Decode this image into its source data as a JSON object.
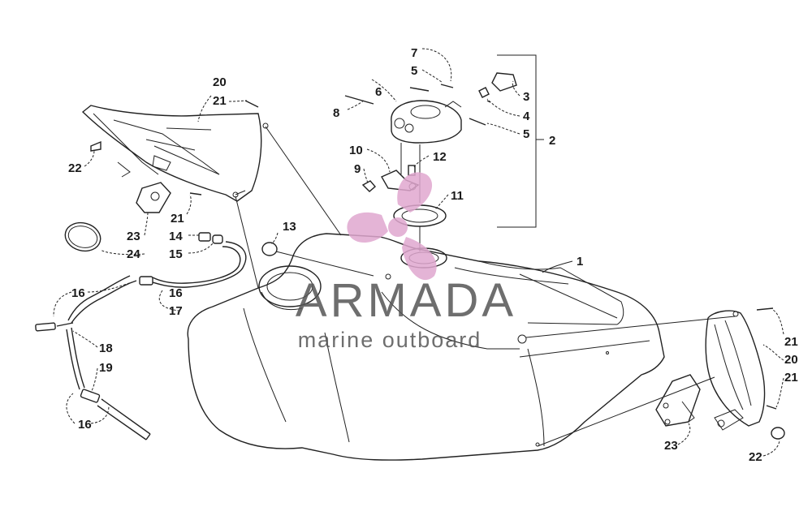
{
  "callouts": {
    "c1": "1",
    "c2": "2",
    "c3": "3",
    "c4": "4",
    "c5a": "5",
    "c5b": "5",
    "c6": "6",
    "c7": "7",
    "c8": "8",
    "c9": "9",
    "c10": "10",
    "c11": "11",
    "c12": "12",
    "c13": "13",
    "c14": "14",
    "c15": "15",
    "c16a": "16",
    "c16b": "16",
    "c16c": "16",
    "c17": "17",
    "c18": "18",
    "c19": "19",
    "c20a": "20",
    "c20b": "20",
    "c21a": "21",
    "c21b": "21",
    "c21c": "21",
    "c21d": "21",
    "c22a": "22",
    "c22b": "22",
    "c23a": "23",
    "c23b": "23",
    "c24": "24"
  },
  "watermark": {
    "brand": "ARMADA",
    "tagline": "marine outboard"
  },
  "colors": {
    "watermark_logo": "#e0a7cf",
    "watermark_text": "#555555",
    "ink": "#222222"
  }
}
